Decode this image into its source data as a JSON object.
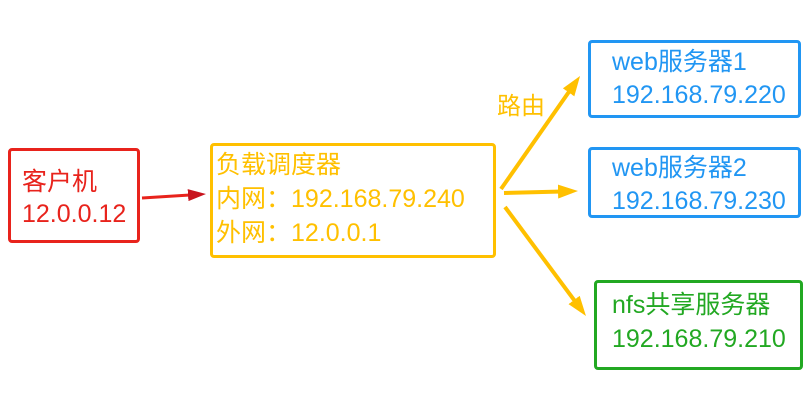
{
  "colors": {
    "client": "#e8231c",
    "dispatcher": "#ffc000",
    "web_server": "#2196f3",
    "nfs_server": "#22a822",
    "background": "#ffffff"
  },
  "client": {
    "name": "客户机",
    "ip": "12.0.0.12"
  },
  "dispatcher": {
    "name": "负载调度器",
    "internal_label": "内网：",
    "internal_ip": "192.168.79.240",
    "external_label": "外网：",
    "external_ip": "12.0.0.1"
  },
  "route_label": "路由",
  "web_servers": [
    {
      "name": "web服务器1",
      "ip": "192.168.79.220"
    },
    {
      "name": "web服务器2",
      "ip": "192.168.79.230"
    }
  ],
  "nfs_server": {
    "name": "nfs共享服务器",
    "ip": "192.168.79.210"
  }
}
